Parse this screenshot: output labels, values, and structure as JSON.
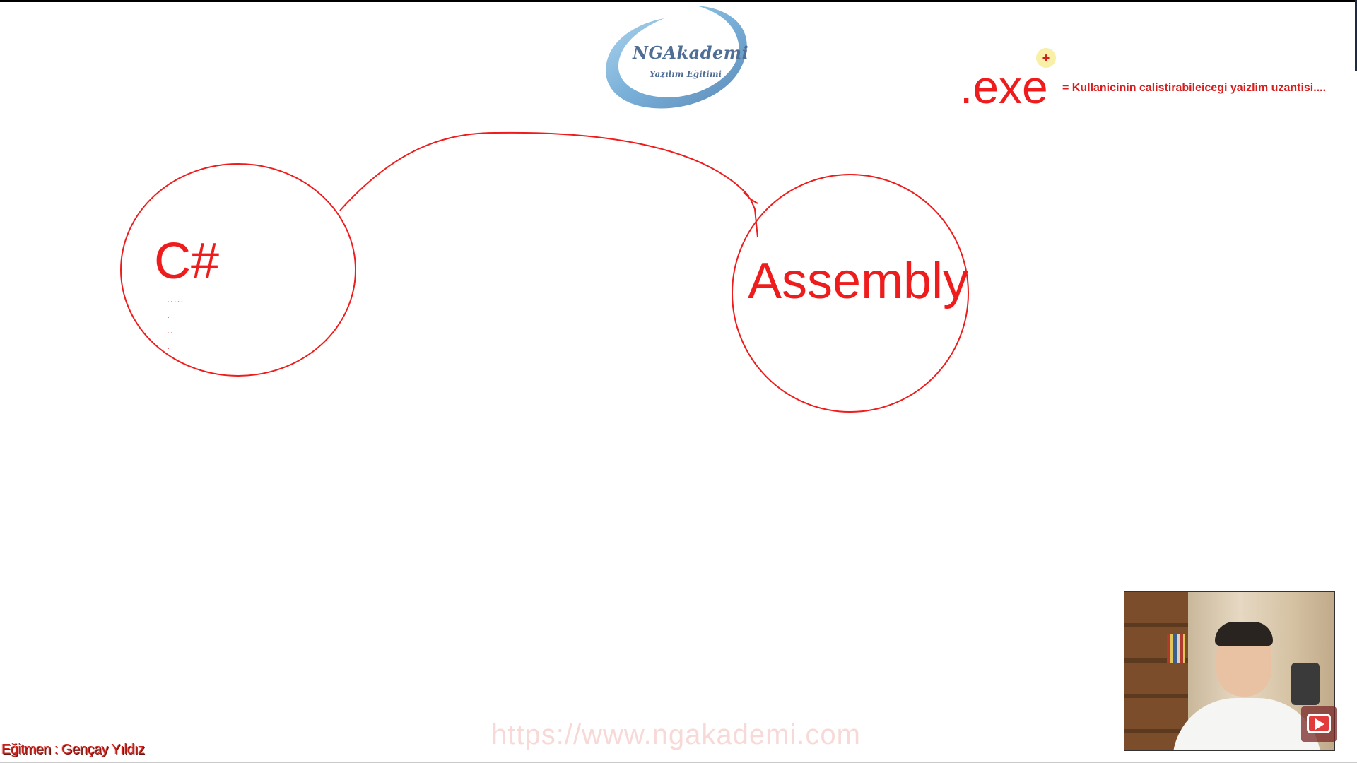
{
  "logo": {
    "title": "NGAkademi",
    "subtitle": "Yazılım Eğitimi"
  },
  "whiteboard": {
    "source_label": "C#",
    "source_dots": [
      ".....",
      ".",
      "..",
      "."
    ],
    "target_label": "Assembly",
    "exe_label": ".exe",
    "exe_description": "= Kullanicinin calistirabileicegi yaizlim uzantisi....",
    "cursor_symbol": "+",
    "ink_color": "#ee1c1c"
  },
  "overlay": {
    "watermark": "https://www.ngakademi.com",
    "instructor": "Eğitmen : Gençay Yıldız"
  },
  "webcam": {
    "play_icon": "youtube-play-icon"
  }
}
